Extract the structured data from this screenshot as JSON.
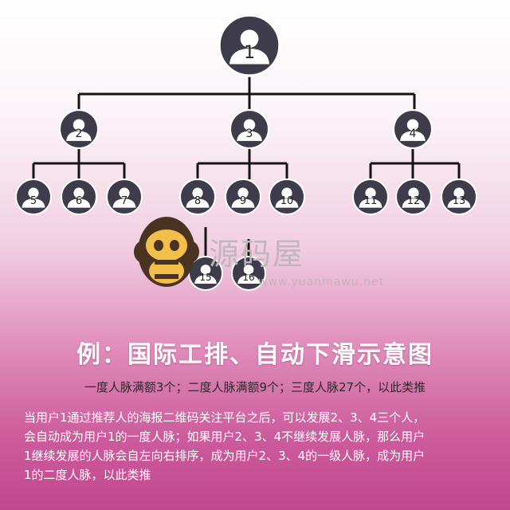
{
  "tree": {
    "nodes": [
      "1",
      "2",
      "3",
      "4",
      "5",
      "6",
      "7",
      "8",
      "9",
      "10",
      "11",
      "12",
      "13",
      "15",
      "16"
    ]
  },
  "watermark": {
    "name": "源码屋",
    "url": "www.yuanmawu.net"
  },
  "title": "例：国际工排、自动下滑示意图",
  "subtitle": "一度人脉满额3个；二度人脉满额9个；三度人脉27个，以此类推",
  "description": "当用户1通过推荐人的海报二维码关注平台之后，可以发展2、3、4三个人，\n会自动成为用户1的一度人脉；如果用户2、3、4不继续发展人脉，那么用户\n1继续发展的人脉会自左向右排序，成为用户2、3、4的一级人脉，成为用户\n1的二度人脉，以此类推",
  "colors": {
    "node_fill": "#3e3b4b",
    "node_ring": "#ffffff",
    "connector": "#151515",
    "title": "#ffffff"
  }
}
